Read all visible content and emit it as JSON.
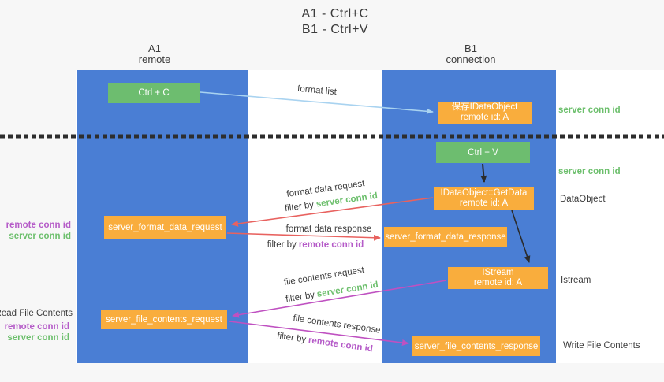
{
  "title": {
    "line1": "A1 - Ctrl+C",
    "line2": "B1 - Ctrl+V"
  },
  "lifelines": {
    "left": {
      "id": "A1",
      "role": "remote"
    },
    "right": {
      "id": "B1",
      "role": "connection"
    }
  },
  "nodes": {
    "ctrl_c": {
      "label": "Ctrl + C"
    },
    "save_idataobject": {
      "line1": "保存IDataObject",
      "line2": "remote id: A"
    },
    "ctrl_v": {
      "label": "Ctrl + V"
    },
    "getdata": {
      "line1": "IDataObject::GetData",
      "line2": "remote id: A"
    },
    "server_format_data_request": {
      "label": "server_format_data_request"
    },
    "server_format_data_response": {
      "label": "server_format_data_response"
    },
    "istream": {
      "line1": "IStream",
      "line2": "remote id: A"
    },
    "server_file_contents_request": {
      "label": "server_file_contents_request"
    },
    "server_file_contents_response": {
      "label": "server_file_contents_response"
    }
  },
  "edges": {
    "format_list": {
      "label": "format list"
    },
    "format_data_request": {
      "label": "format data request",
      "filter_prefix": "filter by",
      "filter_value": "server conn id"
    },
    "format_data_response": {
      "label": "format data response",
      "filter_prefix": "filter by",
      "filter_value": "remote conn id"
    },
    "file_contents_request": {
      "label": "file contents request",
      "filter_prefix": "filter by",
      "filter_value": "server conn id"
    },
    "file_contents_response": {
      "label": "file contents response",
      "filter_prefix": "filter by",
      "filter_value": "remote conn id"
    }
  },
  "annotations": {
    "left_mid": {
      "remote": "remote conn id",
      "server": "server conn id"
    },
    "left_read_title": "Read File Contents",
    "left_read": {
      "remote": "remote conn id",
      "server": "server conn id"
    },
    "right_server_top": "server conn id",
    "right_server_mid": "server conn id",
    "right_dataobject": "DataObject",
    "right_istream": "Istream",
    "right_write": "Write File Contents"
  },
  "colors": {
    "lifeline_blue": "#4a7ed4",
    "node_green": "#6dbd6f",
    "node_orange": "#f9ad3d",
    "arrow_lightblue": "#a9d3f0",
    "arrow_red": "#e8625f",
    "arrow_magenta": "#bf51c1",
    "arrow_black": "#2b2b2b",
    "text_green": "#6cbf6c",
    "text_purple": "#b55bc8"
  }
}
